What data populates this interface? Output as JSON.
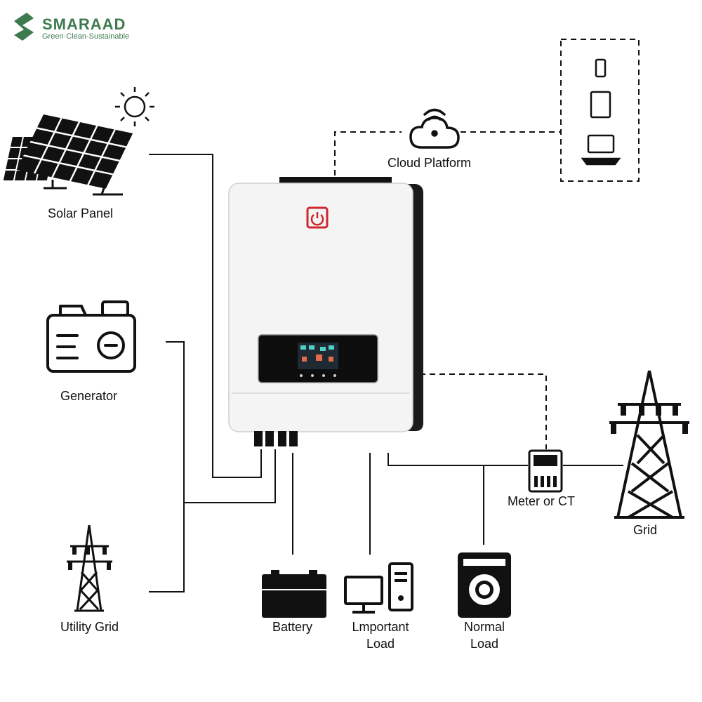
{
  "brand": {
    "name": "SMARAAD",
    "tagline": "Green·Clean·Sustainable",
    "color": "#3e7a4f"
  },
  "accent_color": "#d0262e",
  "labels": {
    "solar_panel": "Solar Panel",
    "generator": "Generator",
    "utility_grid": "Utility Grid",
    "battery": "Battery",
    "important_load_line1": "Lmportant",
    "important_load_line2": "Load",
    "normal_load_line1": "Normal",
    "normal_load_line2": "Load",
    "meter": "Meter or CT",
    "grid": "Grid",
    "cloud": "Cloud Platform"
  },
  "icons": [
    "sun-icon",
    "solar-panel-icon",
    "generator-icon",
    "transmission-tower-icon",
    "battery-icon",
    "computer-icon",
    "washing-machine-icon",
    "meter-icon",
    "cloud-wifi-icon",
    "phone-icon",
    "tablet-icon",
    "laptop-icon",
    "power-icon"
  ]
}
